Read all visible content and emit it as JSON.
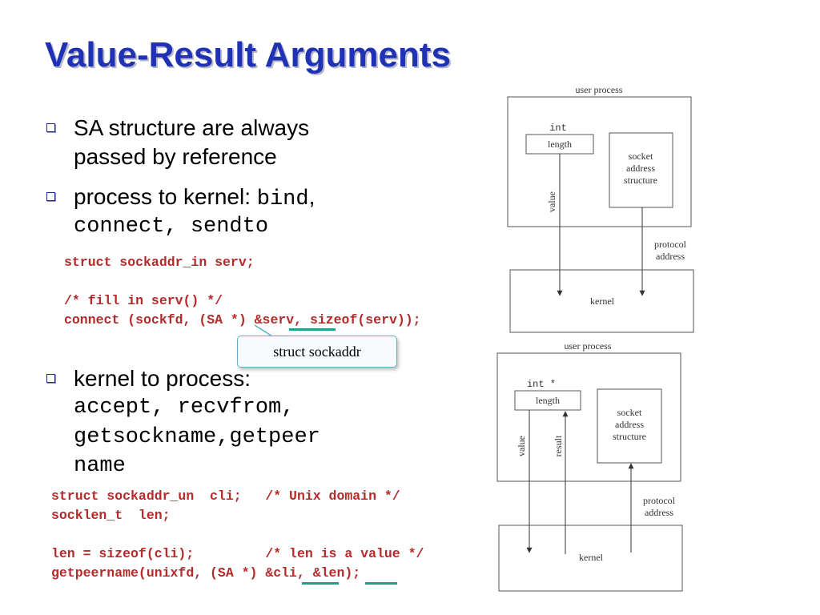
{
  "title": "Value-Result Arguments",
  "bullets": [
    {
      "lines": [
        "SA structure are always",
        "passed by reference"
      ]
    },
    {
      "prefix": "process to kernel: ",
      "code1": "bind",
      "comma": ",",
      "line2": "connect, sendto"
    },
    {
      "prefix": "kernel to process:",
      "line2": "accept, recvfrom,",
      "line3": "getsockname,getpeer",
      "line4": "name"
    }
  ],
  "code_block_1": [
    "struct sockaddr_in serv;",
    "",
    "/* fill in serv() */",
    "connect (sockfd, (SA *) &serv, sizeof(serv));"
  ],
  "code_block_2": [
    "struct sockaddr_un  cli;   /* Unix domain */",
    "socklen_t  len;",
    "",
    "len = sizeof(cli);         /* len is a value */",
    "getpeername(unixfd, (SA *) &cli, &len);"
  ],
  "callout": "struct sockaddr",
  "diagram_top": {
    "user_process": "user process",
    "type": "int",
    "length": "length",
    "value": "value",
    "socket": [
      "socket",
      "address",
      "structure"
    ],
    "protocol": [
      "protocol",
      "address"
    ],
    "kernel": "kernel"
  },
  "diagram_bottom": {
    "user_process": "user process",
    "type": "int *",
    "length": "length",
    "value": "value",
    "result": "result",
    "socket": [
      "socket",
      "address",
      "structure"
    ],
    "protocol": [
      "protocol",
      "address"
    ],
    "kernel": "kernel"
  },
  "colors": {
    "title": "#1f31b4",
    "code": "#b52a2a",
    "underline": "#21a08a"
  }
}
